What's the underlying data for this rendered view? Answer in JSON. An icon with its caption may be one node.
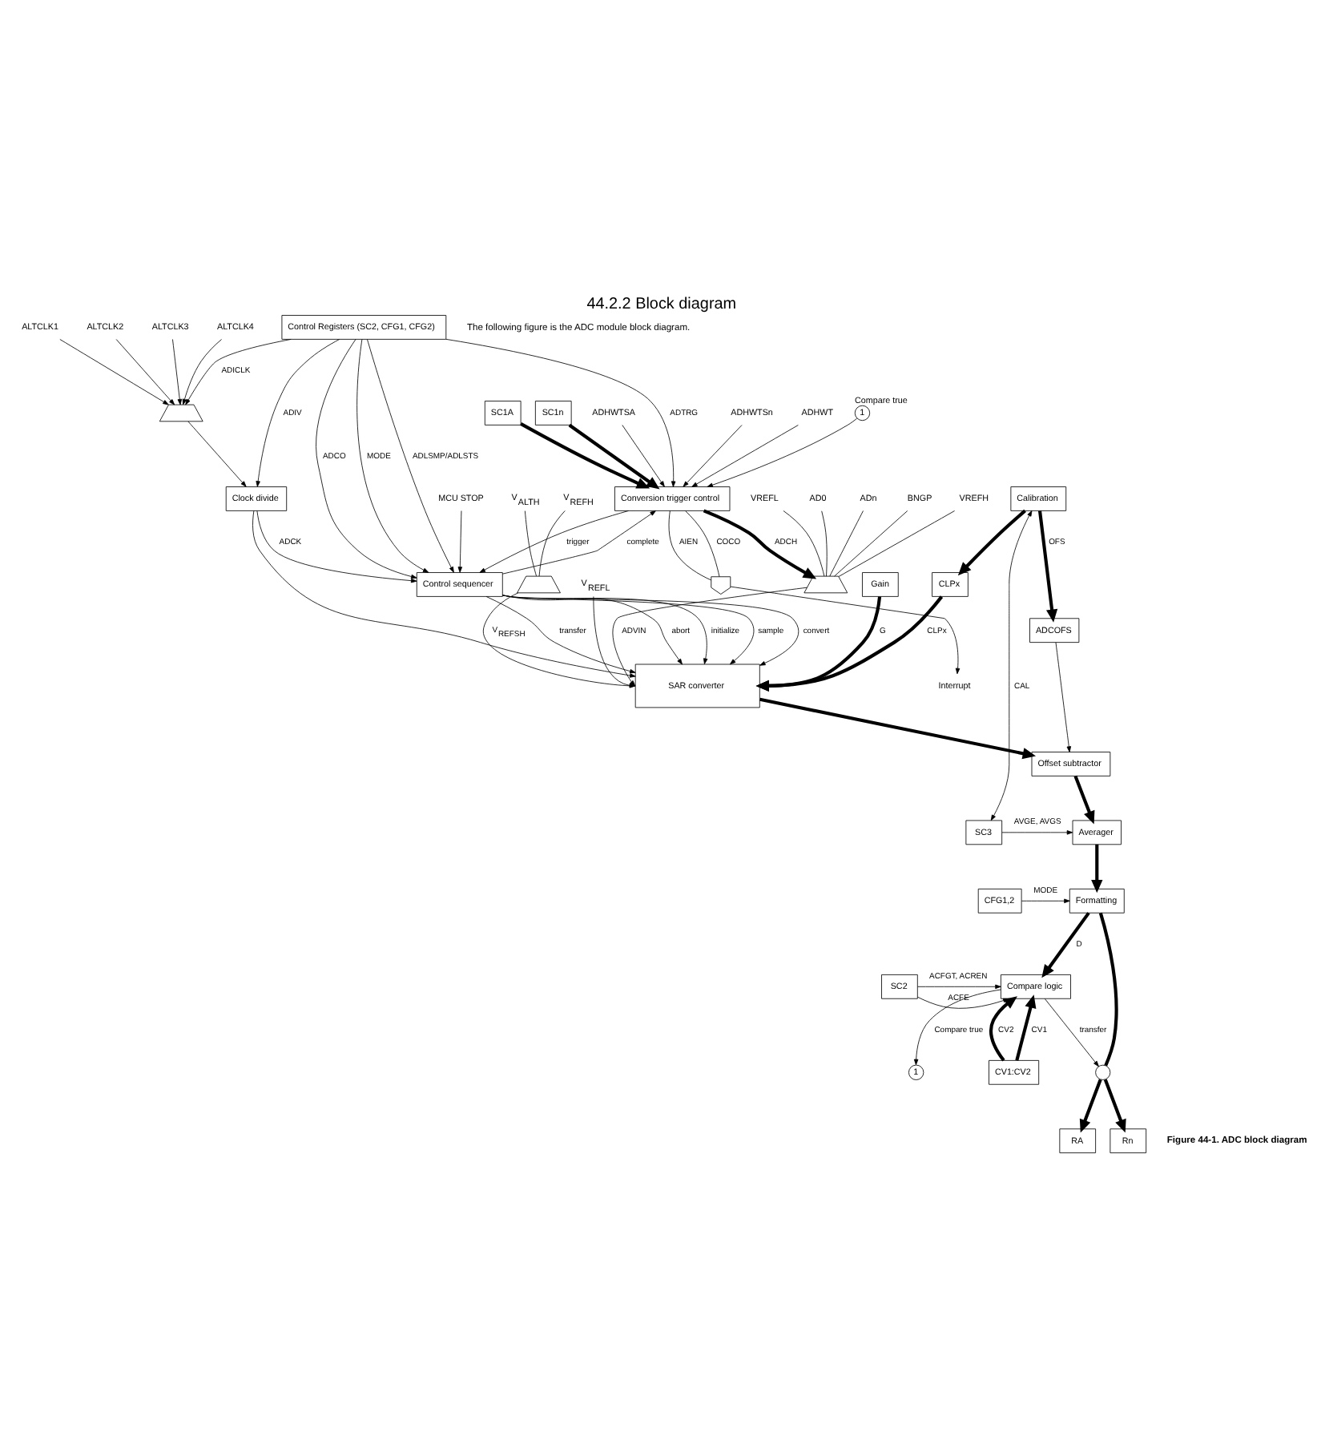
{
  "diagram": {
    "title": "44.2.2 Block diagram",
    "caption": "Figure 44-1. ADC block diagram",
    "nodes": [
      {
        "text": [
          "ADHWTSA"
        ]
      },
      {
        "text": [
          "ADHWTSn"
        ]
      },
      {
        "text": [
          "ADHWT"
        ]
      },
      {
        "text": [
          "1"
        ],
        "beside": [
          "Compare true"
        ]
      },
      {
        "text": [
          "Conversion trigger control"
        ]
      },
      {
        "text": [
          "SC1A"
        ]
      },
      {
        "text": [
          "SC1n"
        ]
      },
      {
        "text": [
          "Control Registers (SC2, CFG1, CFG2)"
        ]
      },
      {
        "text": [],
        "shape": "gate"
      },
      {
        "text": [
          "Interrupt"
        ]
      },
      {
        "text": [
          "MCU STOP"
        ]
      },
      {
        "text": [
          "Control sequencer"
        ]
      },
      {
        "text": [
          "Clock divide"
        ]
      },
      {
        "text": [],
        "shape": "trapezoid"
      },
      {
        "text": [
          "ALTCLK1"
        ]
      },
      {
        "text": [
          "ALTCLK2"
        ]
      },
      {
        "text": [
          "ALTCLK3"
        ]
      },
      {
        "text": [
          "ALTCLK4"
        ]
      },
      {
        "text": [],
        "shape": "trapezoid"
      },
      {
        "text": [
          "AD0"
        ]
      },
      {
        "text": [
          "ADn"
        ]
      },
      {
        "text": [
          "BNGP"
        ]
      },
      {
        "text": [
          "VREFH"
        ]
      },
      {
        "text": [
          "VREFL"
        ]
      },
      {
        "text": [
          "SAR converter"
        ]
      },
      {
        "text": [
          "Gain"
        ]
      },
      {
        "text": [
          "CLPx"
        ]
      },
      {
        "text": [
          "Offset subtractor"
        ]
      },
      {
        "text": [
          "ADCOFS"
        ]
      },
      {
        "text": [
          "Calibration"
        ]
      },
      {
        "text": [
          "Averager"
        ]
      },
      {
        "text": [
          "SC3"
        ]
      },
      {
        "text": [
          "Formatting"
        ]
      },
      {
        "text": [
          "CFG1,2"
        ]
      },
      {
        "text": [],
        "shape": "circle"
      },
      {
        "text": [
          "RA"
        ]
      },
      {
        "text": [
          "Rn"
        ]
      },
      {
        "text": [
          "Compare logic"
        ]
      },
      {
        "text": [
          "SC2"
        ]
      },
      {
        "text": [
          "1"
        ]
      },
      {
        "text": [
          "CV1:CV2"
        ]
      },
      {
        "text": [
          "V$_{REFH}$"
        ]
      },
      {
        "text": [
          "V$_{ALTH}$"
        ]
      },
      {
        "text": [],
        "shape": "trapezoid"
      },
      {
        "text": [
          "V$_{REFL}$"
        ]
      }
    ],
    "edges": [
      {
        "from": 0,
        "to": 4,
        "arrow": "to"
      },
      {
        "from": 1,
        "to": 4,
        "arrow": "to"
      },
      {
        "from": 2,
        "to": 4,
        "arrow": "to"
      },
      {
        "from": 3,
        "to": 4,
        "arrow": "to"
      },
      {
        "from": 5,
        "to": 4,
        "arrow": "to",
        "style": "thick"
      },
      {
        "from": 6,
        "to": 4,
        "arrow": "to",
        "style": "thick"
      },
      {
        "from": 7,
        "to": 4,
        "arrow": "to",
        "label": "ADTRG"
      },
      {
        "from": 4,
        "to": 18,
        "arrow": "to",
        "label": "ADCH",
        "style": "thick"
      },
      {
        "from": 4,
        "to": 8,
        "arrow": "none",
        "label": "AIEN"
      },
      {
        "from": 4,
        "to": 8,
        "arrow": "none",
        "label": "COCO"
      },
      {
        "from": 8,
        "to": 9,
        "arrow": "to"
      },
      {
        "from": 10,
        "to": 11,
        "arrow": "to"
      },
      {
        "from": 11,
        "to": 4,
        "arrow": "to",
        "label": "complete"
      },
      {
        "from": 4,
        "to": 11,
        "arrow": "to",
        "label": "trigger"
      },
      {
        "from": 7,
        "to": 11,
        "arrow": "to",
        "label": "ADCO"
      },
      {
        "from": 7,
        "to": 11,
        "arrow": "to",
        "label": "MODE"
      },
      {
        "from": 7,
        "to": 11,
        "arrow": "to",
        "label": "ADLSMP/ADLSTS"
      },
      {
        "from": 7,
        "to": 12,
        "arrow": "to",
        "label": "ADIV"
      },
      {
        "from": 7,
        "to": 13,
        "arrow": "to",
        "label": "ADICLK"
      },
      {
        "from": 14,
        "to": 13,
        "arrow": "to"
      },
      {
        "from": 15,
        "to": 13,
        "arrow": "to"
      },
      {
        "from": 16,
        "to": 13,
        "arrow": "to"
      },
      {
        "from": 17,
        "to": 13,
        "arrow": "to"
      },
      {
        "from": 13,
        "to": 12,
        "arrow": "to"
      },
      {
        "from": 12,
        "to": 11,
        "arrow": "to",
        "label": "ADCK"
      },
      {
        "from": 12,
        "to": 24,
        "arrow": "to"
      },
      {
        "from": 11,
        "to": 24,
        "arrow": "to",
        "label": "initialize"
      },
      {
        "from": 11,
        "to": 24,
        "arrow": "to",
        "label": "sample"
      },
      {
        "from": 11,
        "to": 24,
        "arrow": "to",
        "label": "convert"
      },
      {
        "from": 11,
        "to": 24,
        "arrow": "to",
        "label": "transfer"
      },
      {
        "from": 11,
        "to": 24,
        "arrow": "to",
        "label": "abort"
      },
      {
        "from": 19,
        "to": 18,
        "arrow": "none"
      },
      {
        "from": 20,
        "to": 18,
        "arrow": "none"
      },
      {
        "from": 21,
        "to": 18,
        "arrow": "none"
      },
      {
        "from": 22,
        "to": 18,
        "arrow": "none"
      },
      {
        "from": 23,
        "to": 18,
        "arrow": "none"
      },
      {
        "from": 18,
        "to": 24,
        "arrow": "to",
        "label": "ADVIN"
      },
      {
        "from": 43,
        "to": 24,
        "arrow": "to",
        "label": "V$_{REFSH}$"
      },
      {
        "from": 44,
        "to": 24,
        "arrow": "to"
      },
      {
        "from": 41,
        "to": 43,
        "arrow": "none"
      },
      {
        "from": 42,
        "to": 43,
        "arrow": "none"
      },
      {
        "from": 25,
        "to": 24,
        "arrow": "to",
        "label": "G",
        "style": "thick"
      },
      {
        "from": 26,
        "to": 24,
        "arrow": "to",
        "label": "CLPx",
        "style": "thick"
      },
      {
        "from": 29,
        "to": 26,
        "arrow": "to",
        "style": "thick"
      },
      {
        "from": 29,
        "to": 28,
        "arrow": "to",
        "label": "OFS",
        "style": "thick"
      },
      {
        "from": 28,
        "to": 27,
        "arrow": "to"
      },
      {
        "from": 24,
        "to": 27,
        "arrow": "to",
        "style": "thick"
      },
      {
        "from": 27,
        "to": 30,
        "arrow": "to",
        "style": "thick"
      },
      {
        "from": 31,
        "to": 30,
        "arrow": "to",
        "label": "AVGE, AVGS"
      },
      {
        "from": 29,
        "to": 31,
        "arrow": "both",
        "label": "CAL"
      },
      {
        "from": 30,
        "to": 32,
        "arrow": "to",
        "style": "thick"
      },
      {
        "from": 33,
        "to": 32,
        "arrow": "to",
        "label": "MODE"
      },
      {
        "from": 32,
        "to": 37,
        "arrow": "to",
        "label": "D",
        "style": "thick"
      },
      {
        "from": 32,
        "to": 34,
        "arrow": "none",
        "style": "thick"
      },
      {
        "from": 34,
        "to": 35,
        "arrow": "to",
        "style": "thick"
      },
      {
        "from": 34,
        "to": 36,
        "arrow": "to",
        "style": "thick"
      },
      {
        "from": 37,
        "to": 34,
        "arrow": "to",
        "label": "transfer"
      },
      {
        "from": 38,
        "to": 37,
        "arrow": "to",
        "label": "ACFE"
      },
      {
        "from": 38,
        "to": 37,
        "arrow": "to",
        "label": "ACFGT, ACREN"
      },
      {
        "from": 37,
        "to": 39,
        "arrow": "to",
        "label": "Compare true"
      },
      {
        "from": 40,
        "to": 37,
        "arrow": "to",
        "label": "CV1",
        "style": "thick"
      },
      {
        "from": 40,
        "to": 37,
        "arrow": "to",
        "label": "CV2",
        "style": "thick"
      }
    ],
    "labels": [
      "The following figure is the ADC module block diagram."
    ]
  }
}
